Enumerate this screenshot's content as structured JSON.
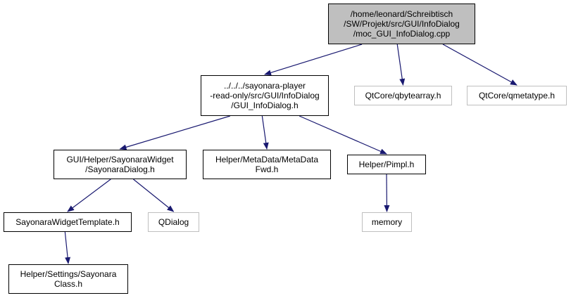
{
  "colors": {
    "edge": "#191970",
    "root_fill": "#bfbfbf",
    "external_border": "#bfbfbf",
    "node_border": "#000000"
  },
  "nodes": [
    {
      "id": "moc",
      "lines": [
        "/home/leonard/Schreibtisch",
        "/SW/Projekt/src/GUI/InfoDialog",
        "/moc_GUI_InfoDialog.cpp"
      ],
      "kind": "root"
    },
    {
      "id": "infodialog",
      "lines": [
        "../../../sayonara-player",
        "-read-only/src/GUI/InfoDialog",
        "/GUI_InfoDialog.h"
      ],
      "kind": "normal"
    },
    {
      "id": "qbytearray",
      "lines": [
        "QtCore/qbytearray.h"
      ],
      "kind": "external"
    },
    {
      "id": "qmetatype",
      "lines": [
        "QtCore/qmetatype.h"
      ],
      "kind": "external"
    },
    {
      "id": "sayonaradialog",
      "lines": [
        "GUI/Helper/SayonaraWidget",
        "/SayonaraDialog.h"
      ],
      "kind": "normal"
    },
    {
      "id": "metadatafwd",
      "lines": [
        "Helper/MetaData/MetaData",
        "Fwd.h"
      ],
      "kind": "normal"
    },
    {
      "id": "pimpl",
      "lines": [
        "Helper/Pimpl.h"
      ],
      "kind": "normal"
    },
    {
      "id": "widgettemplate",
      "lines": [
        "SayonaraWidgetTemplate.h"
      ],
      "kind": "normal"
    },
    {
      "id": "qdialog",
      "lines": [
        "QDialog"
      ],
      "kind": "external"
    },
    {
      "id": "memory",
      "lines": [
        "memory"
      ],
      "kind": "external"
    },
    {
      "id": "sayonaraclass",
      "lines": [
        "Helper/Settings/Sayonara",
        "Class.h"
      ],
      "kind": "normal"
    }
  ],
  "edges": [
    {
      "from": "moc",
      "to": "infodialog"
    },
    {
      "from": "moc",
      "to": "qbytearray"
    },
    {
      "from": "moc",
      "to": "qmetatype"
    },
    {
      "from": "infodialog",
      "to": "sayonaradialog"
    },
    {
      "from": "infodialog",
      "to": "metadatafwd"
    },
    {
      "from": "infodialog",
      "to": "pimpl"
    },
    {
      "from": "sayonaradialog",
      "to": "widgettemplate"
    },
    {
      "from": "sayonaradialog",
      "to": "qdialog"
    },
    {
      "from": "pimpl",
      "to": "memory"
    },
    {
      "from": "widgettemplate",
      "to": "sayonaraclass"
    }
  ]
}
